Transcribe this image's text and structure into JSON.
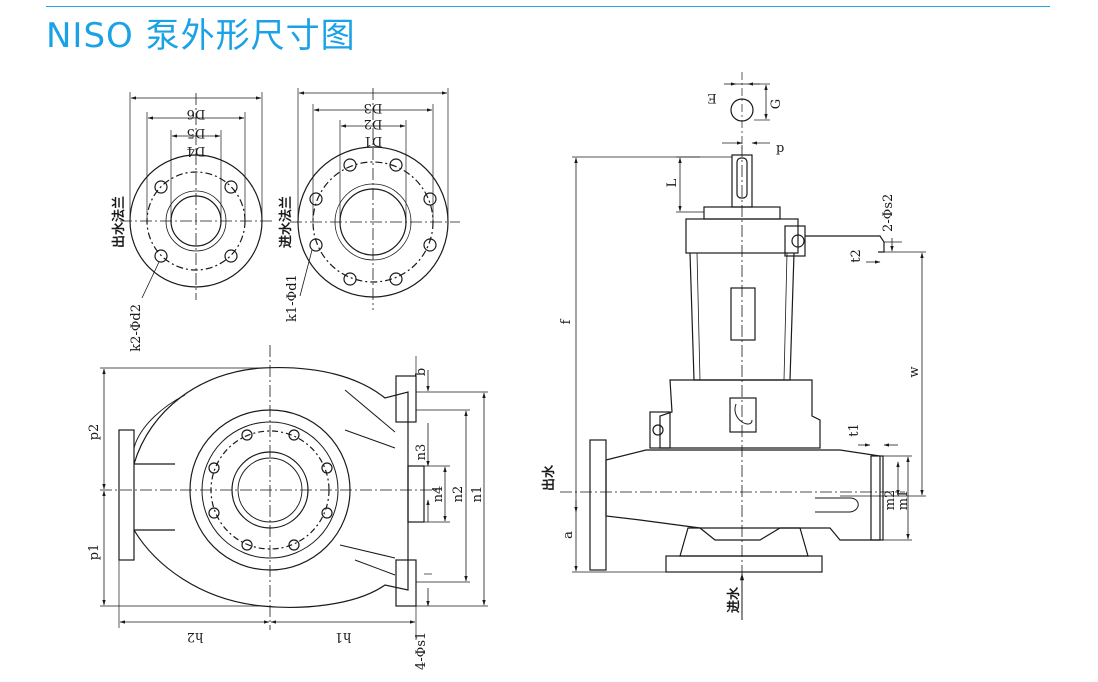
{
  "header": {
    "title": "NISO 泵外形尺寸图"
  },
  "flange_out": {
    "caption": "出水法兰",
    "hole_label": "k2-Φd2",
    "dims": [
      "D6",
      "D5",
      "D4"
    ]
  },
  "flange_in": {
    "caption": "进水法兰",
    "hole_label": "k1-Φd1",
    "dims": [
      "D3",
      "D2",
      "D1"
    ]
  },
  "plan_view": {
    "dims": {
      "b": "b",
      "n3": "n3",
      "n4": "n4",
      "n2": "n2",
      "n1": "n1",
      "p2": "p2",
      "p1": "p1",
      "h2": "h2",
      "h1": "h1",
      "s1": "4-Φs1"
    }
  },
  "side_view": {
    "dims": {
      "E": "E",
      "G": "G",
      "p": "p",
      "L": "L",
      "s2": "2-Φs2",
      "t2": "t2",
      "f": "f",
      "w": "w",
      "t1": "t1",
      "m2": "m2",
      "m1": "m1",
      "a": "a"
    },
    "outlet_label": "出水",
    "inlet_label": "进水"
  },
  "colors": {
    "title": "#1ba2e6",
    "line": "#1a1a1a"
  }
}
